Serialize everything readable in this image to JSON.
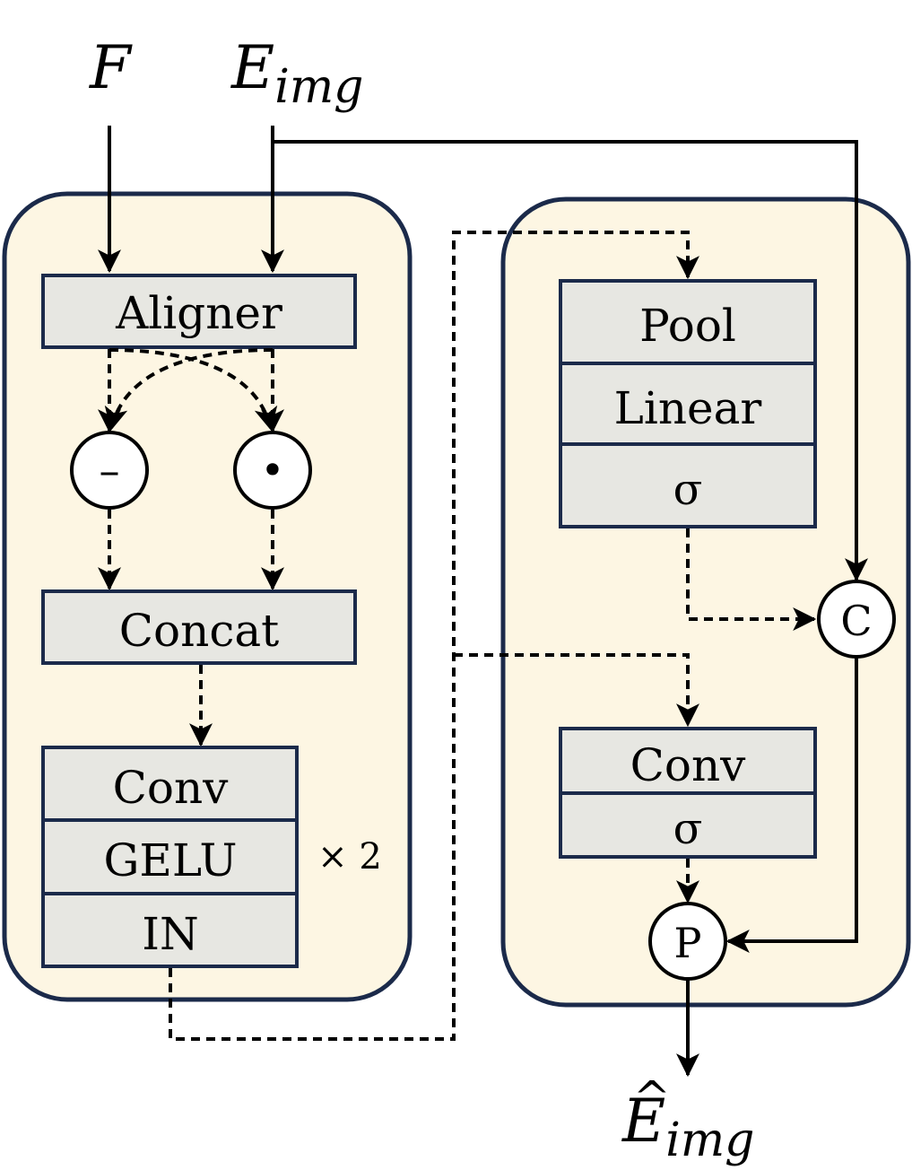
{
  "inputs": {
    "f": "F",
    "e_base": "E",
    "e_sub": "img"
  },
  "output": {
    "hat": "^",
    "e_base": "E",
    "e_sub": "img"
  },
  "left_module": {
    "aligner": "Aligner",
    "subtract_op": "–",
    "multiply_op": "•",
    "concat": "Concat",
    "conv": "Conv",
    "gelu": "GELU",
    "in": "IN",
    "repeat": "× 2"
  },
  "right_module": {
    "pool": "Pool",
    "linear": "Linear",
    "sigma_top": "σ",
    "concat_op": "C",
    "conv": "Conv",
    "sigma_bottom": "σ",
    "product_op": "P"
  },
  "colors": {
    "module_fill": "#fdf6e3",
    "module_border": "#1b2a4a",
    "block_fill": "#e7e7e2",
    "block_border": "#1b2a4a",
    "line": "#000000"
  }
}
